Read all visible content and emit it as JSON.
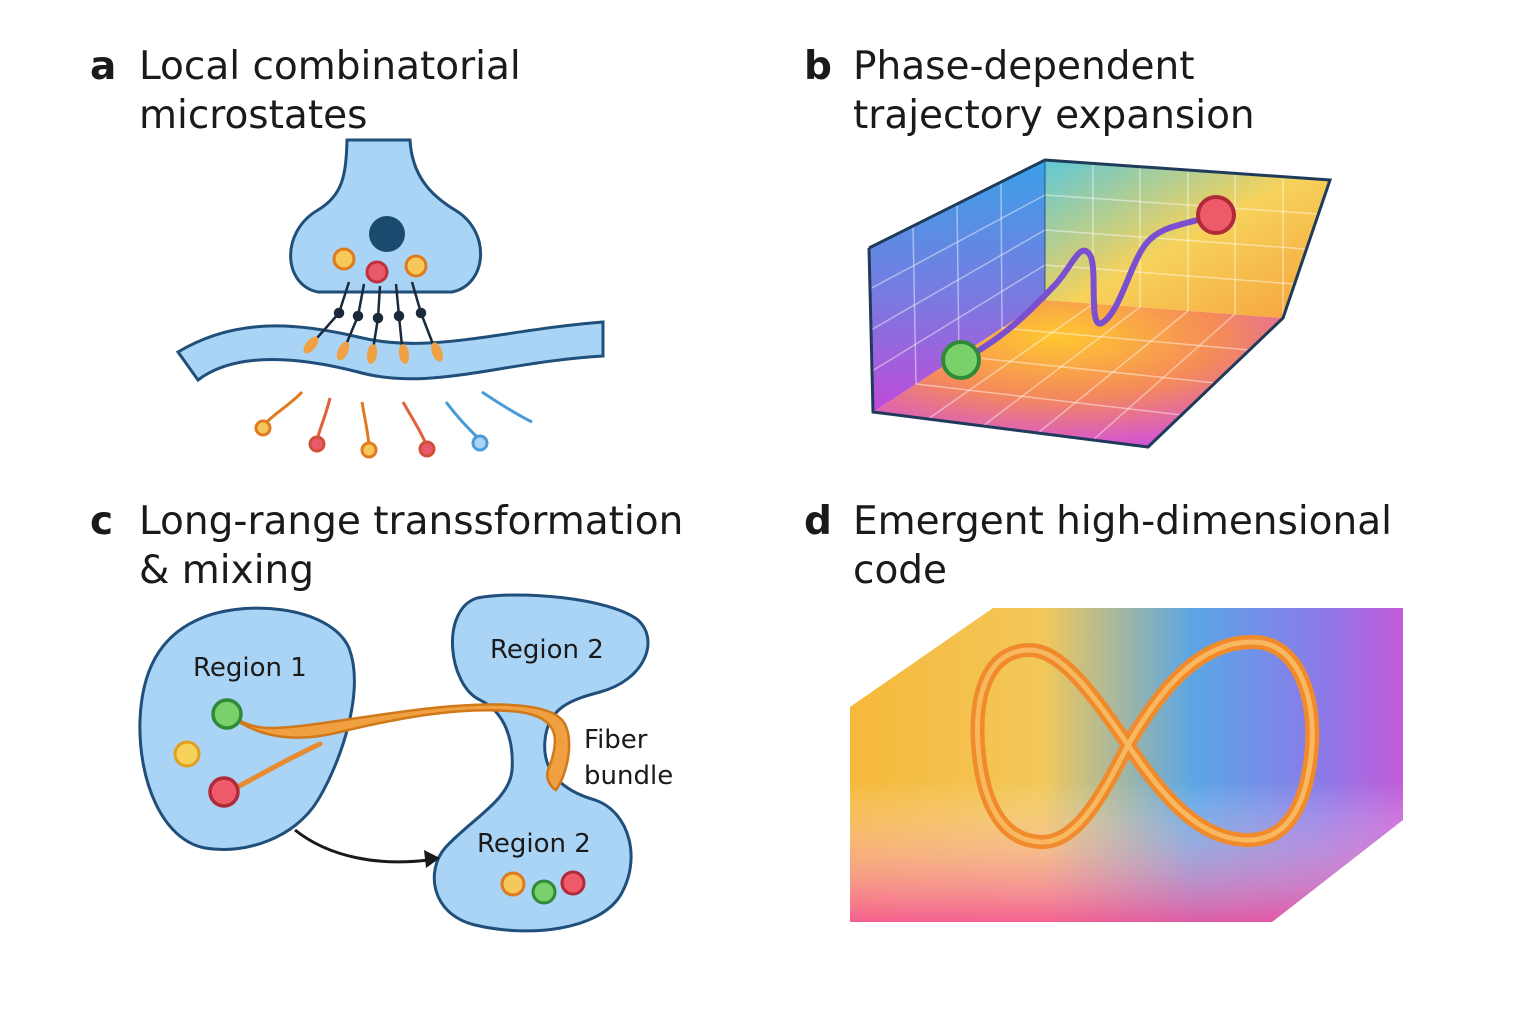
{
  "panels": {
    "a": {
      "letter": "a",
      "title_line1": "Local combinatorial",
      "title_line2": "microstates"
    },
    "b": {
      "letter": "b",
      "title_line1": "Phase-dependent",
      "title_line2": "trajectory expansion"
    },
    "c": {
      "letter": "c",
      "title_line1": "Long-range transsformation",
      "title_line2": "& mixing",
      "labels": {
        "region1": "Region 1",
        "region2_top": "Region 2",
        "region2_bottom": "Region 2",
        "fiber_line1": "Fiber",
        "fiber_line2": "bundle"
      }
    },
    "d": {
      "letter": "d",
      "title_line1": "Emergent high-dimensional",
      "title_line2": "code"
    }
  },
  "colors": {
    "outline": "#1f4f7a",
    "fill_blue": "#a9d4f5",
    "orange": "#f0a040",
    "red": "#e85a6a",
    "green": "#6cc26a",
    "yellow": "#f6c85a",
    "purple": "#7a4fd0",
    "teal_blue": "#5aaee0"
  }
}
